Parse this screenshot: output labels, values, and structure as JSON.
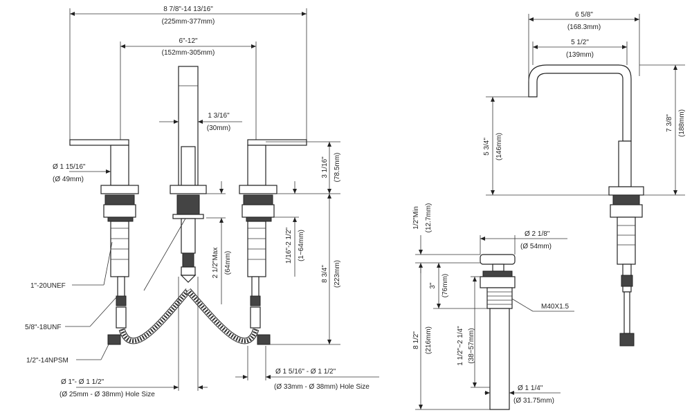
{
  "front_view": {
    "overall_width": "8 7/8\"-14 13/16\"",
    "overall_width_mm": "(225mm-377mm)",
    "center_width": "6\"-12\"",
    "center_width_mm": "(152mm-305mm)",
    "spout_width": "1 3/16\"",
    "spout_width_mm": "(30mm)",
    "handle_dia": "Ø 1 15/16\"",
    "handle_dia_mm": "(Ø 49mm)",
    "handle_height": "3 1/16\"",
    "handle_height_mm": "(78.5mm)",
    "body_height": "8 3/4\"",
    "body_height_mm": "(223mm)",
    "spout_max": "2 1/2\"Max",
    "spout_max_mm": "(64mm)",
    "deck_range": "1/16\"-2 1/2\"",
    "deck_range_mm": "(1~64mm)",
    "thread_1": "1\"-20UNEF",
    "thread_2": "5/8\"-18UNF",
    "thread_3": "1/2\"-14NPSM",
    "hole_left": "Ø 1\"- Ø 1 1/2\"",
    "hole_left_mm": "(Ø 25mm - Ø 38mm) Hole Size",
    "hole_right": "Ø 1 5/16\" - Ø 1 1/2\"",
    "hole_right_mm": "(Ø 33mm - Ø 38mm) Hole Size"
  },
  "drain_view": {
    "min_label": "1/2\"Min",
    "min_label_mm": "(12.7mm)",
    "cap_dia": "Ø 2 1/8\"",
    "cap_dia_mm": "(Ø 54mm)",
    "depth": "3\"",
    "depth_mm": "(76mm)",
    "thread": "M40X1.5",
    "total": "8 1/2\"",
    "total_mm": "(216mm)",
    "range": "1 1/2\"~2 1/4\"",
    "range_mm": "(38~57mm)",
    "tail_dia": "Ø 1 1/4\"",
    "tail_dia_mm": "(Ø 31.75mm)"
  },
  "side_view": {
    "reach": "6 5/8\"",
    "reach_mm": "(168.3mm)",
    "spout_reach": "5 1/2\"",
    "spout_reach_mm": "(139mm)",
    "spout_height": "5 3/4\"",
    "spout_height_mm": "(146mm)",
    "total_height": "7 3/8\"",
    "total_height_mm": "(188mm)"
  }
}
